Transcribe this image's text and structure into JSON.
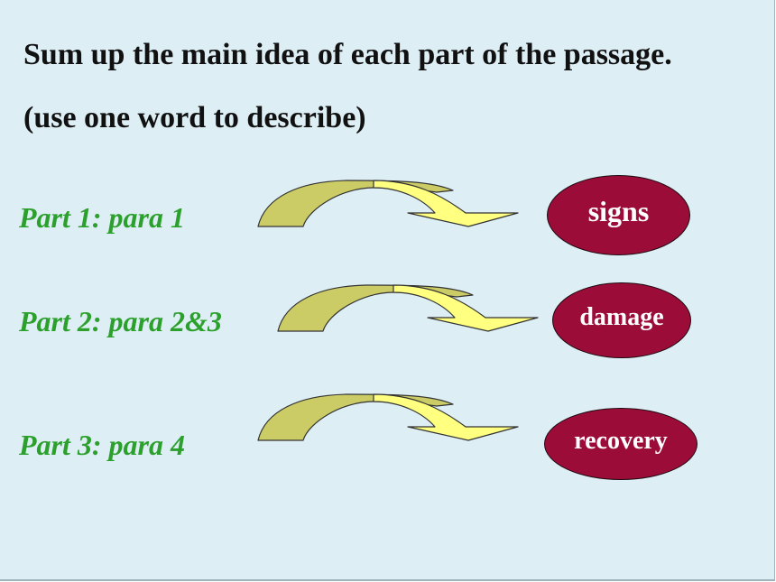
{
  "heading": {
    "line1": "Sum up the main idea of each part of the passage.",
    "line2": "(use one word to describe)"
  },
  "parts": [
    {
      "label": "Part 1: para 1",
      "answer": "signs"
    },
    {
      "label": "Part 2: para 2&3",
      "answer": "damage"
    },
    {
      "label": "Part 3: para 4",
      "answer": "recovery"
    }
  ],
  "colors": {
    "background": "#ddeef5",
    "heading_text": "#111111",
    "part_label": "#2ca02c",
    "answer_fill": "#9b0d38",
    "answer_text": "#ffffff",
    "arrow_tail": "#cccc66",
    "arrow_head": "#ffff80"
  },
  "icons": {
    "connector": "curved-arrow-icon"
  }
}
